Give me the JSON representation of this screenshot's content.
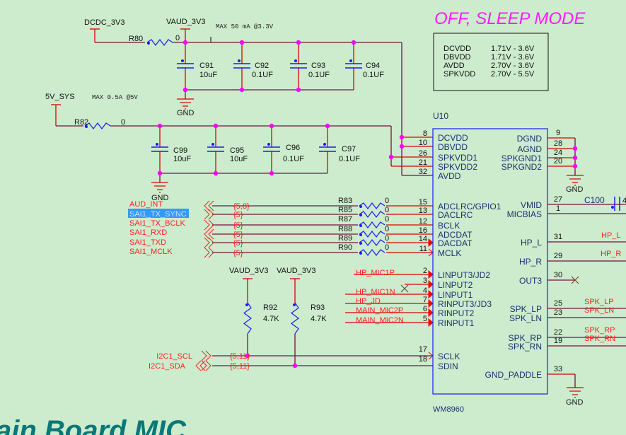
{
  "title": "OFF, SLEEP MODE",
  "footer_title": "ain Board MIC",
  "colors": {
    "background": "#cdebcd",
    "wire": "#7a1040",
    "pin": "#ff0000",
    "junction": "#ff00ff",
    "component": "#1a1aff",
    "ic_text": "#1a3370",
    "title": "#ff1aff",
    "footer": "#0a7878"
  },
  "power_table": [
    {
      "rail": "DCVDD",
      "range": "1.71V - 3.6V"
    },
    {
      "rail": "DBVDD",
      "range": "1.71V - 3.6V"
    },
    {
      "rail": "AVDD",
      "range": "2.70V - 3.6V"
    },
    {
      "rail": "SPKVDD",
      "range": "2.70V - 5.5V"
    }
  ],
  "nets": {
    "dcdc": "DCDC_3V3",
    "vaud": "VAUD_3V3",
    "v5": "5V_SYS",
    "gnd": "GND",
    "max50": "MAX 50 mA @3.3V",
    "max05": "MAX 0.5A @5V"
  },
  "resistors": {
    "r80": {
      "ref": "R80",
      "value": "0"
    },
    "r82": {
      "ref": "R82",
      "value": "0"
    },
    "r92": {
      "ref": "R92",
      "value": "4.7K"
    },
    "r93": {
      "ref": "R93",
      "value": "4.7K"
    },
    "series": [
      {
        "ref": "R83",
        "value": "0"
      },
      {
        "ref": "R85",
        "value": "0"
      },
      {
        "ref": "R87",
        "value": "0"
      },
      {
        "ref": "R88",
        "value": "0"
      },
      {
        "ref": "R89",
        "value": "0"
      },
      {
        "ref": "R90",
        "value": "0"
      }
    ]
  },
  "caps_3v3": [
    {
      "ref": "C91",
      "value": "10uF"
    },
    {
      "ref": "C92",
      "value": "0.1UF"
    },
    {
      "ref": "C93",
      "value": "0.1UF"
    },
    {
      "ref": "C94",
      "value": "0.1UF"
    }
  ],
  "caps_5v": [
    {
      "ref": "C99",
      "value": "10uF"
    },
    {
      "ref": "C95",
      "value": "10uF"
    },
    {
      "ref": "C96",
      "value": "0.1UF"
    },
    {
      "ref": "C97",
      "value": "0.1UF"
    }
  ],
  "c100": {
    "ref": "C100",
    "value": "4"
  },
  "ic": {
    "ref": "U10",
    "part": "WM8960",
    "left_power": [
      {
        "pin": "8",
        "name": "DCVDD"
      },
      {
        "pin": "10",
        "name": "DBVDD"
      },
      {
        "pin": "26",
        "name": "SPKVDD1"
      },
      {
        "pin": "21",
        "name": "SPKVDD2"
      },
      {
        "pin": "32",
        "name": "AVDD"
      }
    ],
    "left_audio": [
      {
        "pin": "15",
        "name": "ADCLRC/GPIO1"
      },
      {
        "pin": "13",
        "name": "DACLRC"
      },
      {
        "pin": "12",
        "name": "BCLK"
      },
      {
        "pin": "16",
        "name": "ADCDAT"
      },
      {
        "pin": "14",
        "name": "DACDAT"
      },
      {
        "pin": "11",
        "name": "MCLK"
      }
    ],
    "left_inputs": [
      {
        "pin": "2",
        "name": "LINPUT3/JD2"
      },
      {
        "pin": "3",
        "name": "LINPUT2"
      },
      {
        "pin": "4",
        "name": "LINPUT1"
      },
      {
        "pin": "7",
        "name": "RINPUT3/JD3"
      },
      {
        "pin": "6",
        "name": "RINPUT2"
      },
      {
        "pin": "5",
        "name": "RINPUT1"
      }
    ],
    "left_i2c": [
      {
        "pin": "17",
        "name": "SCLK"
      },
      {
        "pin": "18",
        "name": "SDIN"
      }
    ],
    "right": [
      {
        "pin": "9",
        "name": "DGND"
      },
      {
        "pin": "28",
        "name": "AGND"
      },
      {
        "pin": "24",
        "name": "SPKGND1"
      },
      {
        "pin": "20",
        "name": "SPKGND2"
      },
      {
        "pin": "27",
        "name": "VMID"
      },
      {
        "pin": "1",
        "name": "MICBIAS"
      },
      {
        "pin": "31",
        "name": "HP_L"
      },
      {
        "pin": "29",
        "name": "HP_R"
      },
      {
        "pin": "30",
        "name": "OUT3"
      },
      {
        "pin": "25",
        "name": "SPK_LP"
      },
      {
        "pin": "23",
        "name": "SPK_LN"
      },
      {
        "pin": "22",
        "name": "SPK_RP"
      },
      {
        "pin": "19",
        "name": "SPK_RN"
      },
      {
        "pin": "33",
        "name": "GND_PADDLE"
      }
    ]
  },
  "signals": [
    {
      "name": "AUD_INT",
      "ref": "{5,8}"
    },
    {
      "name": "SAI1_TX_SYNC",
      "ref": "{5}"
    },
    {
      "name": "SAI1_TX_BCLK",
      "ref": "{5}"
    },
    {
      "name": "SAI1_RXD",
      "ref": "{5}"
    },
    {
      "name": "SAI1_TXD",
      "ref": "{5}"
    },
    {
      "name": "SAI1_MCLK",
      "ref": "{5}"
    }
  ],
  "i2c": [
    {
      "name": "I2C1_SCL",
      "ref": "{5,11}"
    },
    {
      "name": "I2C1_SDA",
      "ref": "{5,11}"
    }
  ],
  "input_nets": [
    "HP_MIC1P",
    "HP_MIC1N",
    "HP_JD",
    "MAIN_MIC2P",
    "MAIN_MIC2N"
  ],
  "output_nets": [
    "HP_L",
    "HP_R",
    "SPK_LP",
    "SPK_LN",
    "SPK_RP",
    "SPK_RN"
  ]
}
